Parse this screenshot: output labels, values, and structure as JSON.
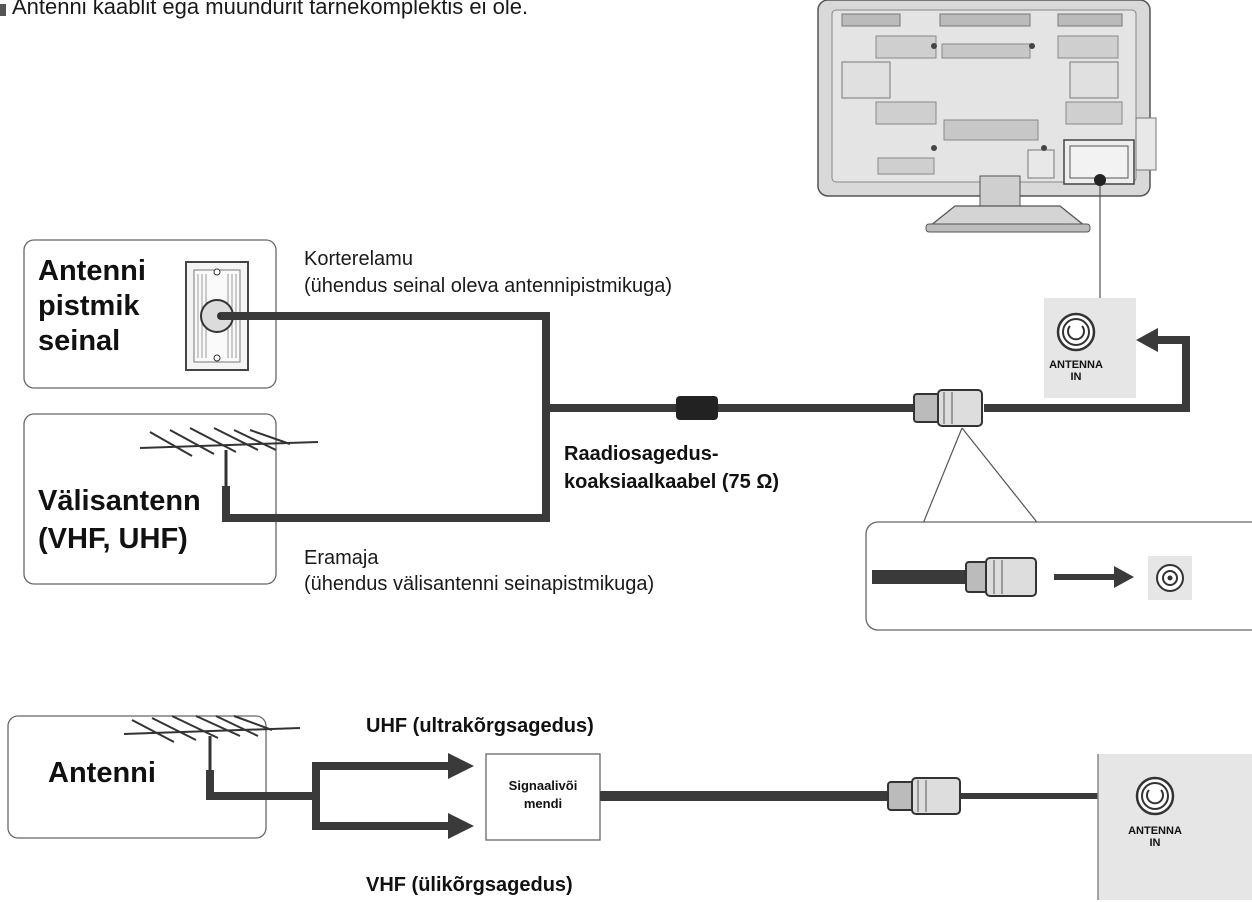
{
  "top_note": "Antenni kaablit ega muundurit tarnekomplektis ei ole.",
  "wall_socket_box": {
    "title_lines": [
      "Antenni",
      "pistmik",
      "seinal"
    ]
  },
  "outdoor_box": {
    "title_lines": [
      "Välisantenn",
      "(VHF, UHF)"
    ]
  },
  "apartment_label": {
    "line1": "Korterelamu",
    "line2": "(ühendus seinal oleva antennipistmikuga)"
  },
  "house_label": {
    "line1": "Eramaja",
    "line2": "(ühendus välisantenni seinapistmikuga)"
  },
  "cable_label": {
    "line1": "Raadiosagedus-",
    "line2": "koaksiaalkaabel (75 Ω)"
  },
  "port_label": {
    "line1": "ANTENNA",
    "line2": "IN"
  },
  "amp_box": {
    "title": "Antenni",
    "uhf_label": "UHF (ultrakõrgsagedus)",
    "vhf_label": "VHF (ülikõrgsagedus)",
    "amplifier_lines": [
      "Signaalivõi",
      "mendi"
    ]
  },
  "colors": {
    "cable": "#3a3a3a",
    "panel": "#e6e6e6",
    "tv_body": "#d9d9d9"
  }
}
